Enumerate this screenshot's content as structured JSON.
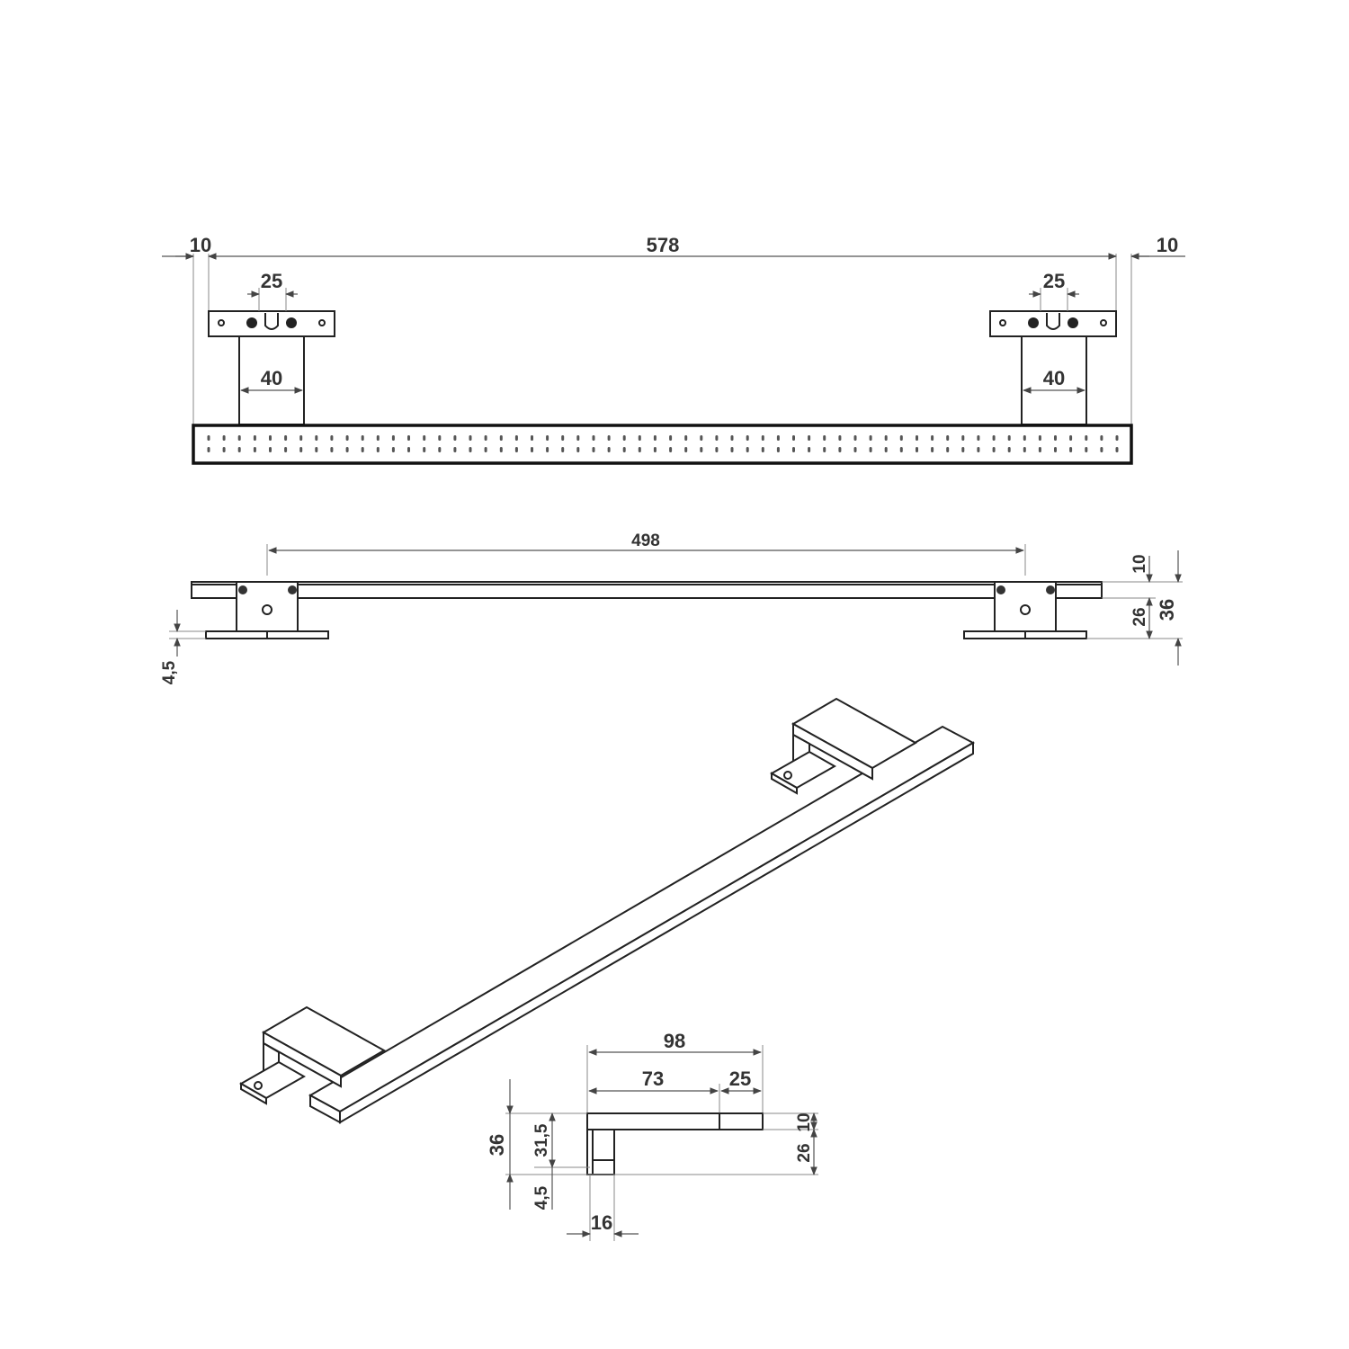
{
  "front_view": {
    "overall_width": "578",
    "left_offset": "10",
    "right_offset": "10",
    "left_bracket_holes": "25",
    "left_bracket_width": "40",
    "right_bracket_holes": "25",
    "right_bracket_width": "40",
    "led_count": 60
  },
  "top_view": {
    "mount_spacing": "498",
    "bar_height": "10",
    "bracket_height": "26",
    "total_height": "36",
    "plate_thickness": "4,5"
  },
  "side_view": {
    "total_depth": "98",
    "arm_length": "73",
    "bar_depth": "25",
    "total_height": "36",
    "inner_height": "31,5",
    "plate_thickness": "4,5",
    "bar_height": "10",
    "bracket_height": "26",
    "bracket_width": "16"
  },
  "colors": {
    "line": "#222222",
    "text": "#333333"
  }
}
